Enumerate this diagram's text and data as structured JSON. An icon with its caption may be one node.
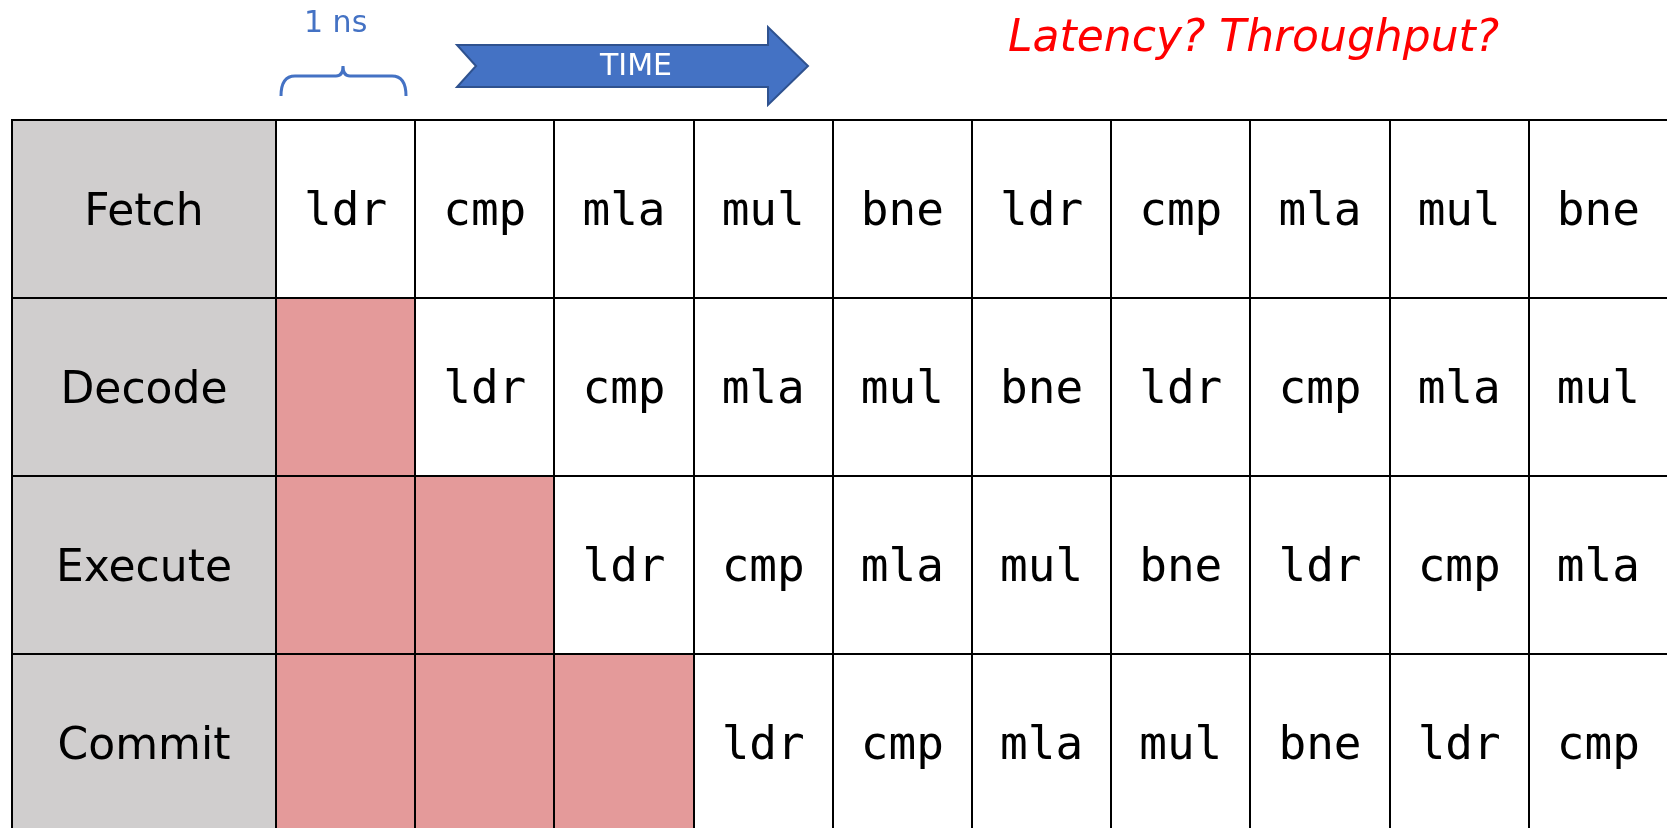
{
  "diagram": {
    "labels": [
      "1 ns",
      "TIME",
      "Latency? Throughput?",
      "Fetch",
      "ldr",
      "cmp",
      "mla",
      "mul",
      "bne",
      "ldr",
      "cmp",
      "mla",
      "mul",
      "bne",
      "Decode",
      "ldr",
      "cmp",
      "mla",
      "mul",
      "bne",
      "ldr",
      "cmp",
      "mla",
      "mul",
      "Execute",
      "ldr",
      "cmp",
      "mla",
      "mul",
      "bne",
      "ldr",
      "cmp",
      "mla",
      "Commit",
      "ldr",
      "cmp",
      "mla",
      "mul",
      "bne",
      "ldr",
      "cmp"
    ]
  }
}
